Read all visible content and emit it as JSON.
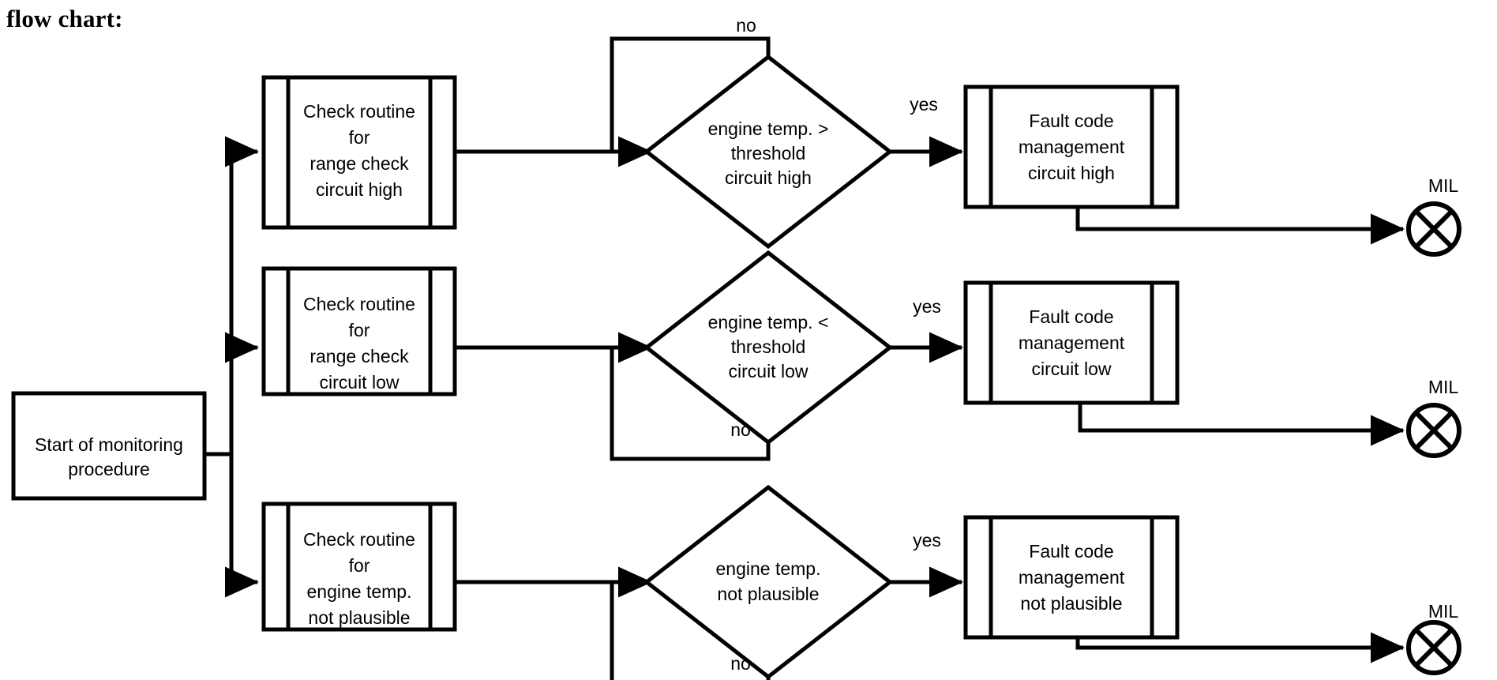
{
  "page": {
    "title": "flow chart:",
    "background_color": "#ffffff",
    "line_color": "#000000",
    "text_color": "#000000"
  },
  "chart_data": {
    "type": "diagram",
    "diagram_kind": "flowchart",
    "title": "flow chart:",
    "nodes": [
      {
        "id": "start",
        "shape": "rectangle",
        "lines": [
          "Start of monitoring",
          "procedure"
        ]
      },
      {
        "id": "check-high",
        "shape": "predefined-process",
        "lines": [
          "Check routine",
          "for",
          "range check",
          "circuit high"
        ]
      },
      {
        "id": "check-low",
        "shape": "predefined-process",
        "lines": [
          "Check routine",
          "for",
          "range check",
          "circuit low"
        ]
      },
      {
        "id": "check-plaus",
        "shape": "predefined-process",
        "lines": [
          "Check routine",
          "for",
          "engine temp.",
          "not plausible"
        ]
      },
      {
        "id": "decision-high",
        "shape": "diamond",
        "lines": [
          "engine temp. >",
          "threshold",
          "circuit high"
        ]
      },
      {
        "id": "decision-low",
        "shape": "diamond",
        "lines": [
          "engine temp. <",
          "threshold",
          "circuit low"
        ]
      },
      {
        "id": "decision-plaus",
        "shape": "diamond",
        "lines": [
          "engine temp.",
          "not plausible"
        ]
      },
      {
        "id": "fault-high",
        "shape": "predefined-process",
        "lines": [
          "Fault code",
          "management",
          "circuit high"
        ]
      },
      {
        "id": "fault-low",
        "shape": "predefined-process",
        "lines": [
          "Fault code",
          "management",
          "circuit low"
        ]
      },
      {
        "id": "fault-plaus",
        "shape": "predefined-process",
        "lines": [
          "Fault code",
          "management",
          "not plausible"
        ]
      },
      {
        "id": "mil-high",
        "shape": "crossed-circle",
        "label": "MIL"
      },
      {
        "id": "mil-low",
        "shape": "crossed-circle",
        "label": "MIL"
      },
      {
        "id": "mil-plaus",
        "shape": "crossed-circle",
        "label": "MIL"
      }
    ],
    "edges": [
      {
        "from": "start",
        "to": "check-high",
        "label": ""
      },
      {
        "from": "start",
        "to": "check-low",
        "label": ""
      },
      {
        "from": "start",
        "to": "check-plaus",
        "label": ""
      },
      {
        "from": "check-high",
        "to": "decision-high",
        "label": ""
      },
      {
        "from": "check-low",
        "to": "decision-low",
        "label": ""
      },
      {
        "from": "check-plaus",
        "to": "decision-plaus",
        "label": ""
      },
      {
        "from": "decision-high",
        "to": "fault-high",
        "label": "yes"
      },
      {
        "from": "decision-high",
        "to": "decision-high",
        "label": "no"
      },
      {
        "from": "decision-low",
        "to": "fault-low",
        "label": "yes"
      },
      {
        "from": "decision-low",
        "to": "decision-low",
        "label": "no"
      },
      {
        "from": "decision-plaus",
        "to": "fault-plaus",
        "label": "yes"
      },
      {
        "from": "decision-plaus",
        "to": "decision-plaus",
        "label": "no"
      },
      {
        "from": "fault-high",
        "to": "mil-high",
        "label": ""
      },
      {
        "from": "fault-low",
        "to": "mil-low",
        "label": ""
      },
      {
        "from": "fault-plaus",
        "to": "mil-plaus",
        "label": ""
      }
    ]
  },
  "nodes": {
    "start": {
      "l1": "Start of monitoring",
      "l2": "procedure"
    },
    "check_high": {
      "l1": "Check routine",
      "l2": "for",
      "l3": "range check",
      "l4": "circuit high"
    },
    "check_low": {
      "l1": "Check routine",
      "l2": "for",
      "l3": "range check",
      "l4": "circuit low"
    },
    "check_plaus": {
      "l1": "Check routine",
      "l2": "for",
      "l3": "engine temp.",
      "l4": "not plausible"
    },
    "decision_high": {
      "l1": "engine temp. >",
      "l2": "threshold",
      "l3": "circuit high"
    },
    "decision_low": {
      "l1": "engine temp. <",
      "l2": "threshold",
      "l3": "circuit low"
    },
    "decision_plaus": {
      "l1": "engine temp.",
      "l2": "not plausible"
    },
    "fault_high": {
      "l1": "Fault code",
      "l2": "management",
      "l3": "circuit high"
    },
    "fault_low": {
      "l1": "Fault code",
      "l2": "management",
      "l3": "circuit low"
    },
    "fault_plaus": {
      "l1": "Fault code",
      "l2": "management",
      "l3": "not plausible"
    },
    "mil_high": {
      "label": "MIL"
    },
    "mil_low": {
      "label": "MIL"
    },
    "mil_plaus": {
      "label": "MIL"
    }
  },
  "edge_labels": {
    "no_high": "no",
    "yes_high": "yes",
    "no_low": "no",
    "yes_low": "yes",
    "no_plaus": "no",
    "yes_plaus": "yes"
  }
}
